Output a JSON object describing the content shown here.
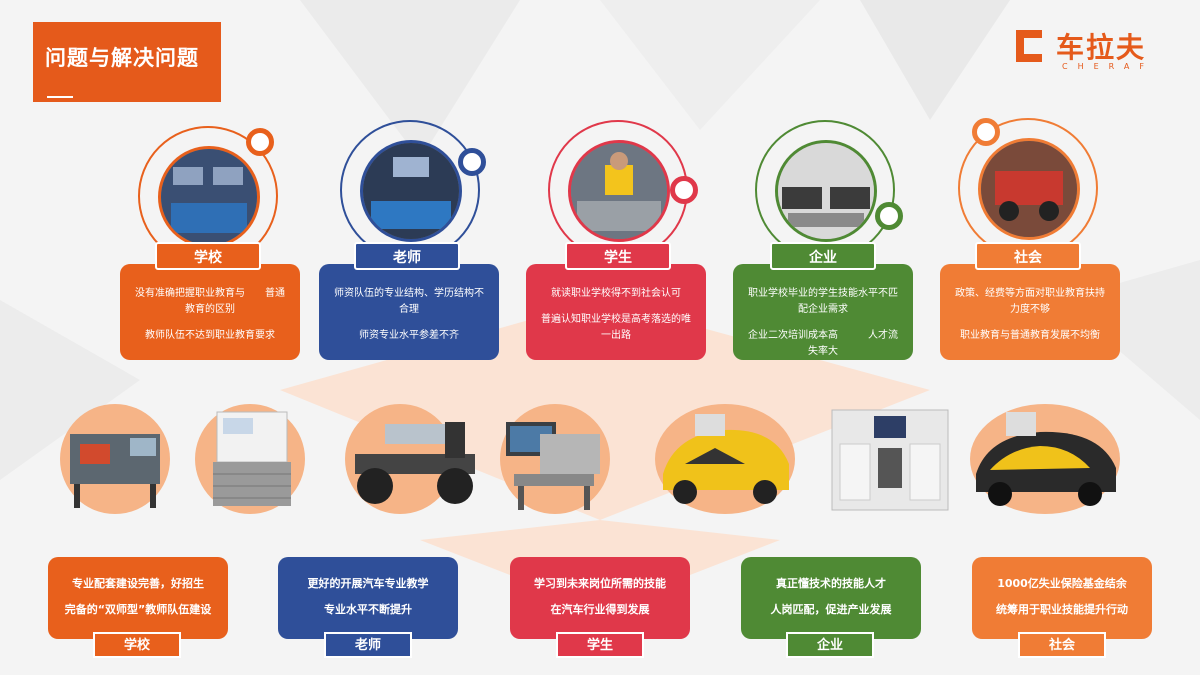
{
  "title": "问题与解决问题",
  "logo": {
    "cn": "车拉夫",
    "en": "CHERAF"
  },
  "colors": {
    "orange": "#e8601c",
    "blue": "#2f4f99",
    "red": "#e0384a",
    "green": "#4f8a34",
    "light_orange": "#f07c35"
  },
  "problems": [
    {
      "tag": "学校",
      "lines": [
        "没有准确把握职业教育与　　普通教育的区别",
        "教师队伍不达到职业教育要求"
      ]
    },
    {
      "tag": "老师",
      "lines": [
        "师资队伍的专业结构、学历结构不合理",
        "师资专业水平参差不齐"
      ]
    },
    {
      "tag": "学生",
      "lines": [
        "就读职业学校得不到社会认可",
        "普遍认知职业学校是高考落选的唯一出路"
      ]
    },
    {
      "tag": "企业",
      "lines": [
        "职业学校毕业的学生技能水平不匹配企业需求",
        "企业二次培训成本高　　　人才流失率大"
      ]
    },
    {
      "tag": "社会",
      "lines": [
        "政策、经费等方面对职业教育扶持力度不够",
        "职业教育与普通教育发展不均衡"
      ]
    }
  ],
  "solutions": [
    {
      "tag": "学校",
      "lines": [
        "专业配套建设完善，好招生",
        "完备的“双师型”教师队伍建设"
      ]
    },
    {
      "tag": "老师",
      "lines": [
        "更好的开展汽车专业教学",
        "专业水平不断提升"
      ]
    },
    {
      "tag": "学生",
      "lines": [
        "学习到未来岗位所需的技能",
        "在汽车行业得到发展"
      ]
    },
    {
      "tag": "企业",
      "lines": [
        "真正懂技术的技能人才",
        "人岗匹配，促进产业发展"
      ]
    },
    {
      "tag": "社会",
      "lines": [
        "1000亿失业保险基金结余",
        "统筹用于职业技能提升行动"
      ]
    }
  ],
  "products": [
    "engine-bench",
    "electrical-trainer",
    "chassis-rig",
    "diagnostic-bench",
    "car-cutaway",
    "display-panel",
    "car-trainer"
  ]
}
